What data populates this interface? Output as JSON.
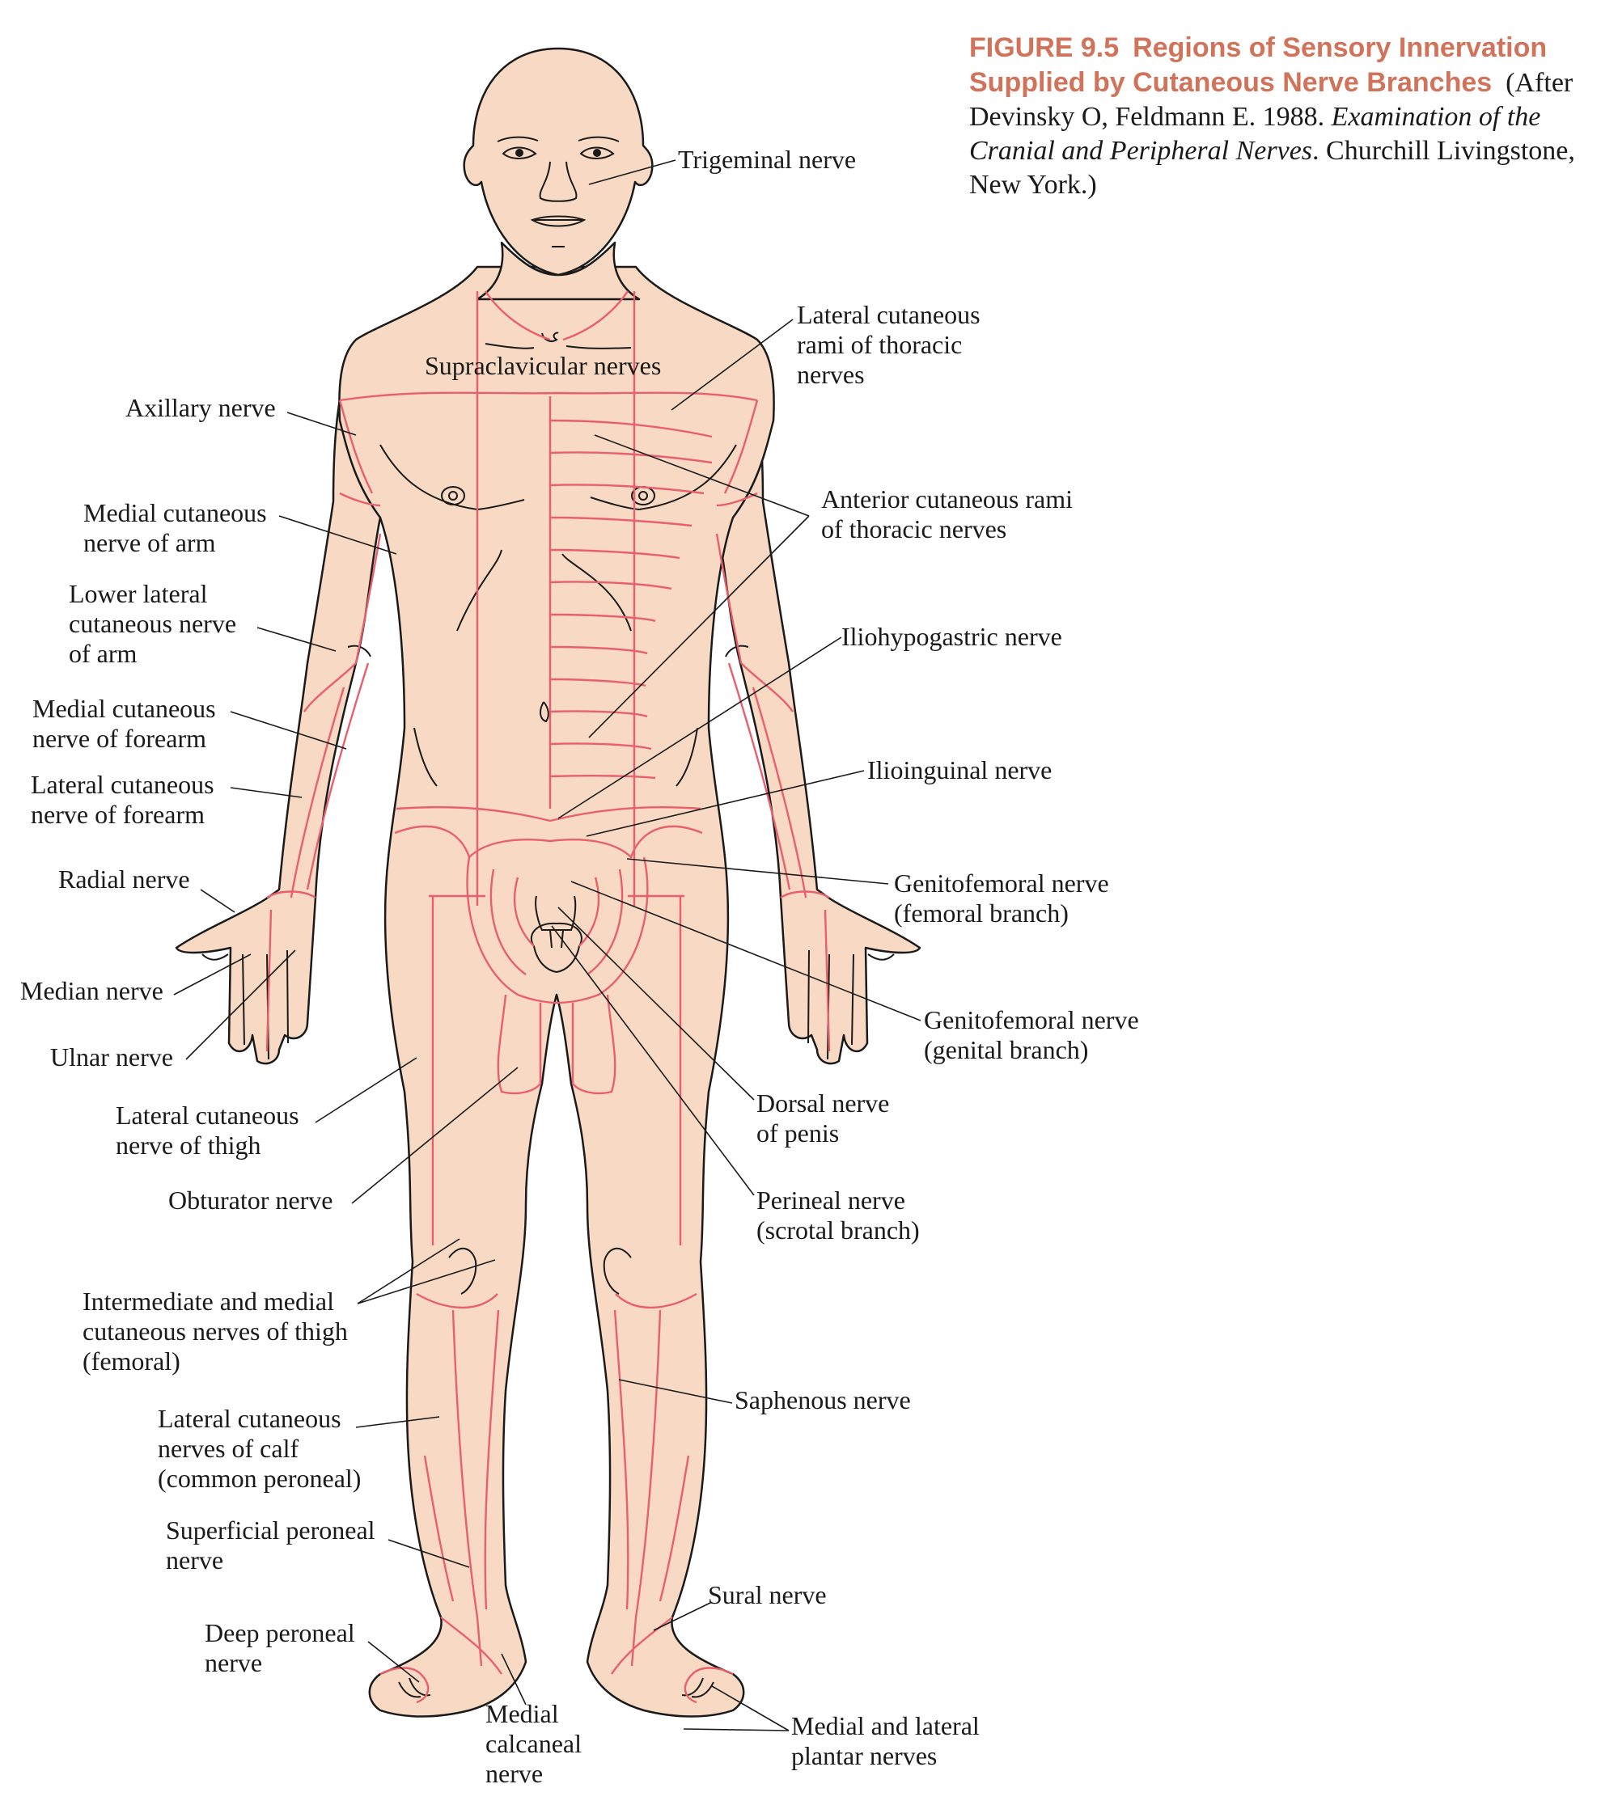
{
  "caption": {
    "figure_number": "FIGURE 9.5",
    "title": "Regions of Sensory Innervation Supplied by Cutaneous Nerve Branches",
    "source_prefix": "(After Devinsky O, Feldmann E. 1988. ",
    "source_title": "Examination of the Cranial and Peripheral Nerves",
    "source_suffix": ". Churchill Livingstone, New York.)"
  },
  "colors": {
    "skin": "#f8d9c4",
    "outline": "#1a1a1a",
    "nerve_boundary": "#e8606e",
    "caption_heading": "#d0735a"
  },
  "labels": {
    "trigeminal": [
      "Trigeminal nerve"
    ],
    "lateral_thoracic": [
      "Lateral cutaneous",
      "rami of thoracic",
      "nerves"
    ],
    "supraclavicular": [
      "Supraclavicular nerves"
    ],
    "axillary": [
      "Axillary nerve"
    ],
    "anterior_thoracic": [
      "Anterior cutaneous rami",
      "of thoracic nerves"
    ],
    "medial_arm": [
      "Medial cutaneous",
      "nerve of arm"
    ],
    "lower_lateral_arm": [
      "Lower lateral",
      "cutaneous nerve",
      "of arm"
    ],
    "iliohypogastric": [
      "Iliohypogastric nerve"
    ],
    "medial_forearm": [
      "Medial cutaneous",
      "nerve of forearm"
    ],
    "ilioinguinal": [
      "Ilioinguinal nerve"
    ],
    "lateral_forearm": [
      "Lateral cutaneous",
      "nerve of forearm"
    ],
    "radial": [
      "Radial nerve"
    ],
    "genitofemoral_femoral": [
      "Genitofemoral nerve",
      "(femoral branch)"
    ],
    "median": [
      "Median nerve"
    ],
    "genitofemoral_genital": [
      "Genitofemoral nerve",
      "(genital branch)"
    ],
    "ulnar": [
      "Ulnar nerve"
    ],
    "dorsal_penis": [
      "Dorsal nerve",
      "of penis"
    ],
    "lateral_thigh": [
      "Lateral cutaneous",
      "nerve of thigh"
    ],
    "obturator": [
      "Obturator nerve"
    ],
    "perineal": [
      "Perineal nerve",
      "(scrotal branch)"
    ],
    "intermediate_medial_thigh": [
      "Intermediate and medial",
      "cutaneous nerves of thigh",
      "(femoral)"
    ],
    "saphenous": [
      "Saphenous nerve"
    ],
    "lateral_calf": [
      "Lateral cutaneous",
      "nerves of calf",
      "(common peroneal)"
    ],
    "superficial_peroneal": [
      "Superficial peroneal",
      "nerve"
    ],
    "sural": [
      "Sural nerve"
    ],
    "deep_peroneal": [
      "Deep peroneal",
      "nerve"
    ],
    "medial_calcaneal": [
      "Medial",
      "calcaneal",
      "nerve"
    ],
    "plantar": [
      "Medial and lateral",
      "plantar nerves"
    ]
  }
}
